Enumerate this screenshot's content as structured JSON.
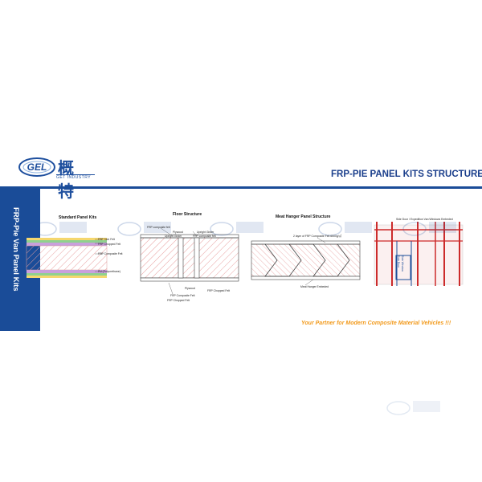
{
  "brand": {
    "logo_text": "GEL",
    "chinese_name": "概特",
    "english_name": "GET INDUSTRY"
  },
  "header": {
    "title": "FRP-PIE PANEL KITS STRUCTURE"
  },
  "sidebar": {
    "label": "FRP-Pie Van Panel Kits"
  },
  "tagline": "Your Partner for Modern Composite Material Vehicles !!!",
  "sections": {
    "standard": {
      "title": "Standard Panel Kits",
      "labels": [
        "FRP Skin Felt",
        "FRP Chopped Felt",
        "FRP Composite Felt",
        "PU (Polyurethane)"
      ]
    },
    "floor": {
      "title": "Floor Structure",
      "labels": [
        "FRP composite felt",
        "Plywood",
        "Upright Girder",
        "Upright Girder",
        "FRP composite felt",
        "Plywood",
        "FRP Composite Felt",
        "FRP Chopped Felt",
        "FRP Chopped Felt"
      ]
    },
    "meat_hanger": {
      "title": "Meat Hanger Panel Structure",
      "labels": [
        "2 layer of FRP Composite Felt 6500g/㎡",
        "Meat Hanger Embeded"
      ]
    },
    "side_door": {
      "title": "Side Door / Expedition Van Windows Embeded",
      "labels": [
        "Side Door",
        "Side Window"
      ]
    }
  },
  "colors": {
    "brand_blue": "#1a4c98",
    "tagline_orange": "#f29a1c",
    "frame_red": "#cc2b2b"
  }
}
